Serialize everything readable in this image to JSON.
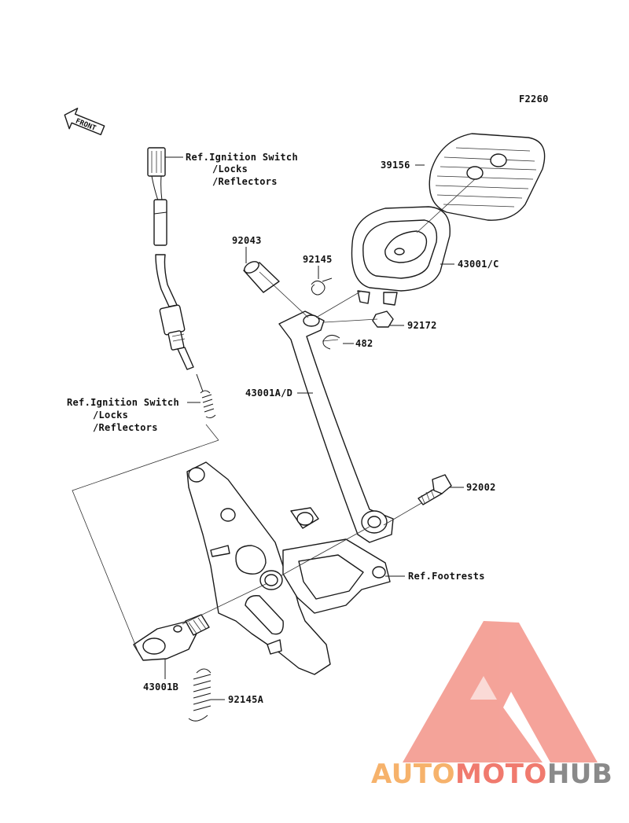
{
  "figure_code": "F2260",
  "front_arrow": "FRONT",
  "labels": {
    "ref_ignition_top": [
      "Ref.Ignition Switch",
      "/Locks",
      "/Reflectors"
    ],
    "ref_ignition_mid": [
      "Ref.Ignition Switch",
      "/Locks",
      "/Reflectors"
    ],
    "p39156": "39156",
    "p92043": "92043",
    "p92145": "92145",
    "p43001c": "43001/C",
    "p92172": "92172",
    "p482": "482",
    "p43001ad": "43001A/D",
    "p92002": "92002",
    "ref_footrests": "Ref.Footrests",
    "p43001b": "43001B",
    "p92145a": "92145A"
  },
  "watermark": {
    "part1": "AUTO",
    "part2": "MOTO",
    "part3": "HUB",
    "color_accent": "#f07a6e",
    "color_orange": "#f6b26b",
    "color_gray": "#888888"
  }
}
